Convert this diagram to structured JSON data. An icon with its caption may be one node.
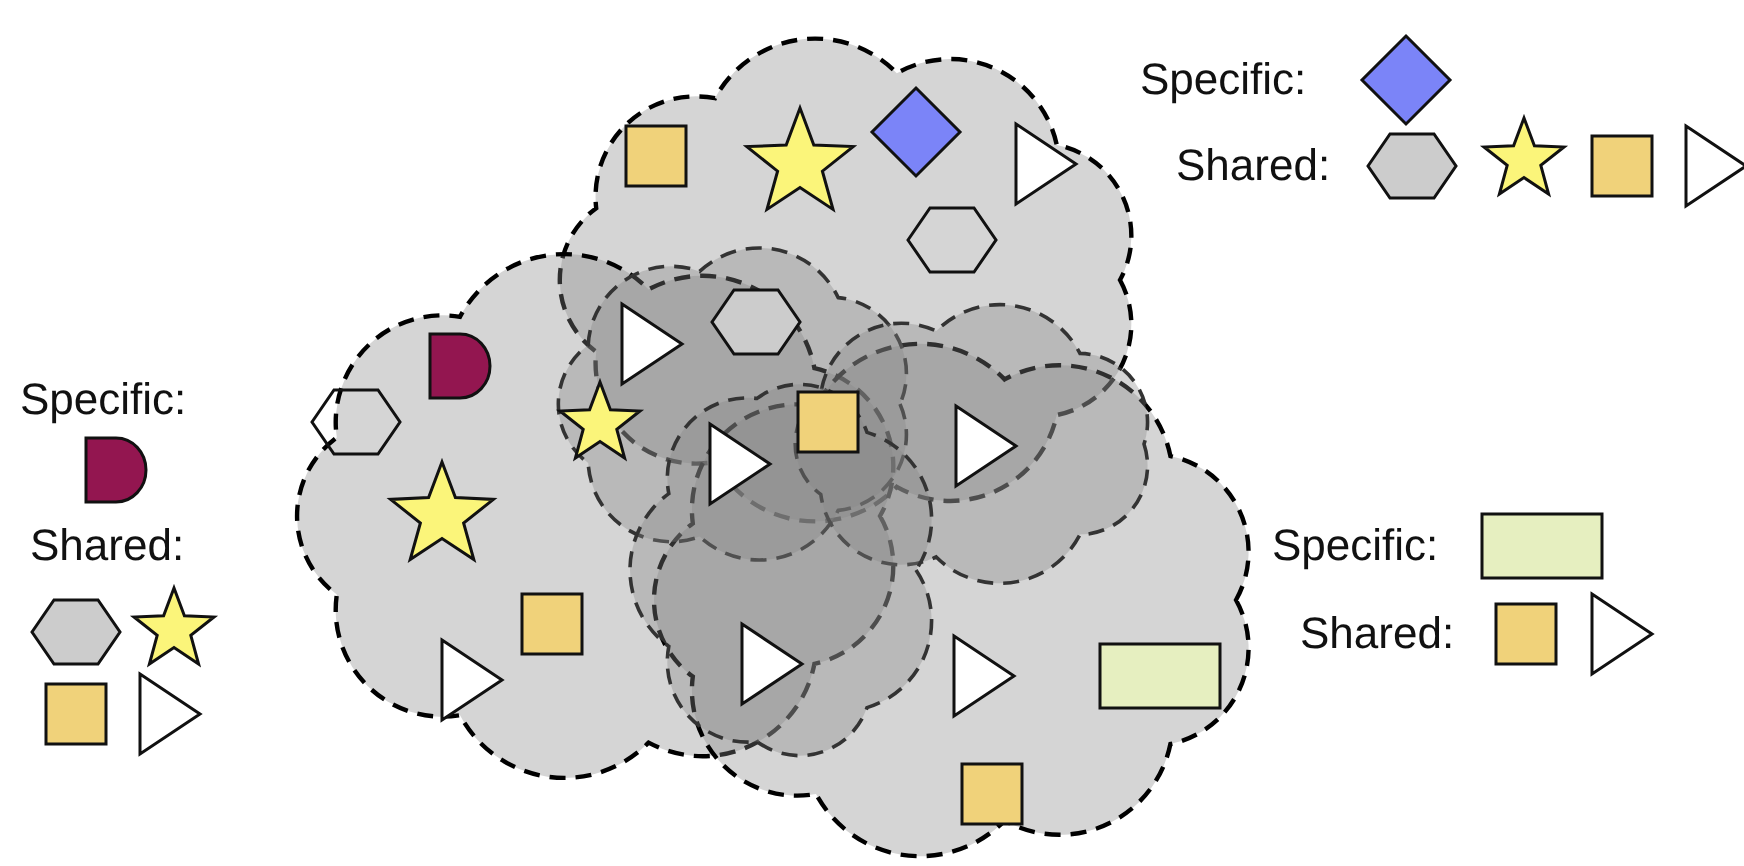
{
  "diagram": {
    "labels": [
      "Specific:",
      "Shared:",
      "Specific:",
      "Shared:",
      "Specific:",
      "Shared:"
    ]
  }
}
